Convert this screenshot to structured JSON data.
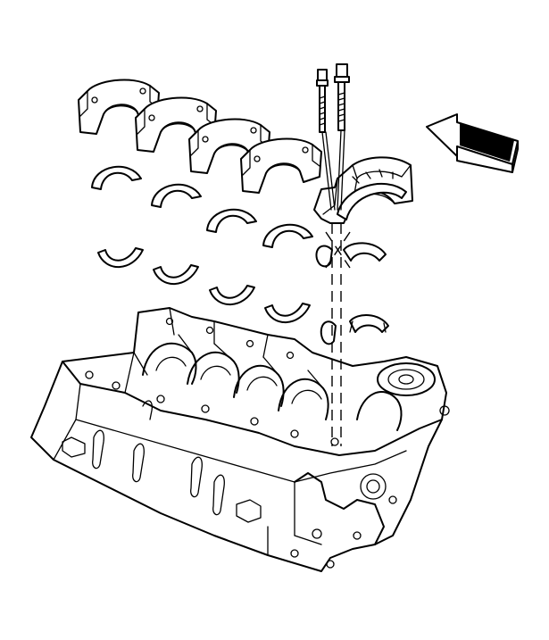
{
  "figure": {
    "kind": "exploded-view line drawing",
    "colors": {
      "line": "#000000",
      "background": "#ffffff"
    },
    "parts": {
      "bearing_caps": 5,
      "upper_bearing_inserts": 5,
      "lower_bearing_inserts": 5,
      "cap_bolts": 2
    },
    "icons": [
      "direction-arrow-icon"
    ]
  }
}
